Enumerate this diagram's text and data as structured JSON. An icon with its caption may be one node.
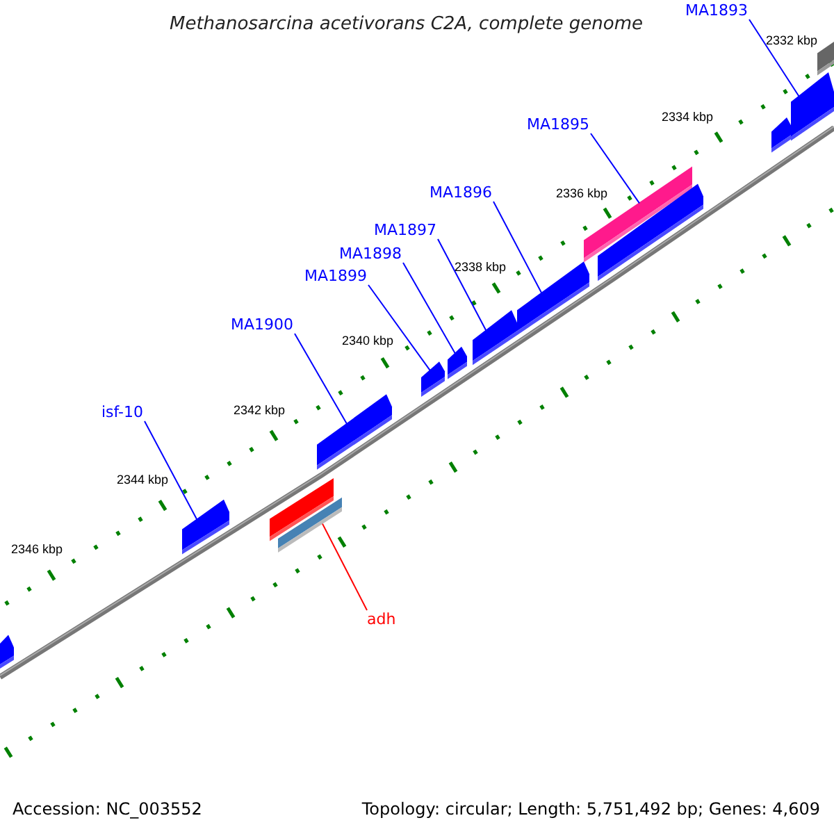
{
  "diagram": {
    "title": "Methanosarcina acetivorans C2A, complete genome",
    "nodes": [
      {
        "text": [
          "MA1893"
        ]
      },
      {
        "text": [
          "MA1895"
        ]
      },
      {
        "text": [
          "MA1896"
        ]
      },
      {
        "text": [
          "MA1897"
        ]
      },
      {
        "text": [
          "MA1898"
        ]
      },
      {
        "text": [
          "MA1899"
        ]
      },
      {
        "text": [
          "MA1900"
        ]
      },
      {
        "text": [
          "isf-10"
        ]
      },
      {
        "text": [
          "adh"
        ]
      },
      {
        "text": [],
        "shape": "bar"
      },
      {
        "text": [],
        "shape": "bar"
      },
      {
        "text": [],
        "shape": "bar"
      },
      {
        "text": [],
        "shape": "bar"
      },
      {
        "text": [],
        "shape": "bar"
      },
      {
        "text": [],
        "shape": "bar"
      },
      {
        "text": [],
        "shape": "bar"
      },
      {
        "text": [],
        "shape": "bar"
      },
      {
        "text": [],
        "shape": "bar"
      },
      {
        "text": [],
        "shape": "bar"
      },
      {
        "text": [],
        "shape": "bar"
      },
      {
        "text": [],
        "shape": "bar"
      },
      {
        "text": [],
        "shape": "bar"
      },
      {
        "text": [],
        "shape": "bar"
      }
    ],
    "edges": [
      {
        "from": 0,
        "to": 21,
        "arrow": "none"
      },
      {
        "from": 1,
        "to": 18,
        "arrow": "none"
      },
      {
        "from": 2,
        "to": 17,
        "arrow": "none"
      },
      {
        "from": 3,
        "to": 16,
        "arrow": "none"
      },
      {
        "from": 4,
        "to": 15,
        "arrow": "none"
      },
      {
        "from": 5,
        "to": 14,
        "arrow": "none"
      },
      {
        "from": 6,
        "to": 13,
        "arrow": "none"
      },
      {
        "from": 7,
        "to": 10,
        "arrow": "none"
      },
      {
        "from": 8,
        "to": 12,
        "arrow": "none",
        "color": "#ff0000"
      }
    ],
    "labels": [
      "2332 kbp",
      "2334 kbp",
      "2336 kbp",
      "2338 kbp",
      "2340 kbp",
      "2342 kbp",
      "2344 kbp",
      "2346 kbp",
      "Accession: NC_003552",
      "Topology: circular; Length: 5,751,492 bp; Genes: 4,609"
    ]
  }
}
